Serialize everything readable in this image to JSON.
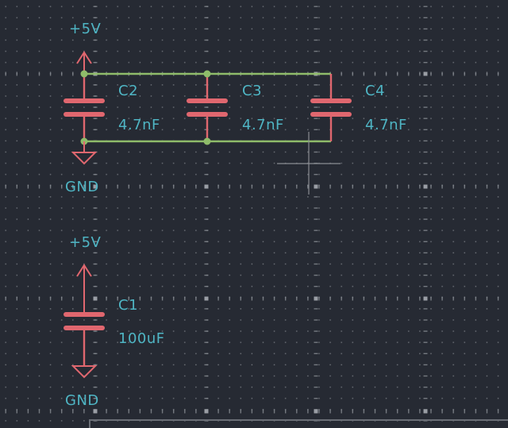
{
  "app": "schematic-editor",
  "colors": {
    "background": "#262a33",
    "grid": "#8a8e95",
    "wire": "#8fbc6a",
    "symbol": "#e0676f",
    "text": "#4fb5c4",
    "cursor": "#8a8d93"
  },
  "power_symbols": [
    {
      "id": "pwr-top-1",
      "net": "+5V",
      "kind": "power-arrow"
    },
    {
      "id": "gnd-top-1",
      "net": "GND",
      "kind": "ground-triangle"
    },
    {
      "id": "pwr-bot-1",
      "net": "+5V",
      "kind": "power-arrow"
    },
    {
      "id": "gnd-bot-1",
      "net": "GND",
      "kind": "ground-triangle"
    }
  ],
  "components": [
    {
      "ref": "C2",
      "value": "4.7nF",
      "type": "capacitor"
    },
    {
      "ref": "C3",
      "value": "4.7nF",
      "type": "capacitor"
    },
    {
      "ref": "C4",
      "value": "4.7nF",
      "type": "capacitor"
    },
    {
      "ref": "C1",
      "value": "100uF",
      "type": "capacitor"
    }
  ],
  "nets": [
    {
      "name": "+5V",
      "members": [
        "C2",
        "C3",
        "C4"
      ]
    },
    {
      "name": "GND",
      "members": [
        "C2",
        "C3",
        "C4"
      ]
    },
    {
      "name": "+5V",
      "members": [
        "C1"
      ]
    },
    {
      "name": "GND",
      "members": [
        "C1"
      ]
    }
  ]
}
